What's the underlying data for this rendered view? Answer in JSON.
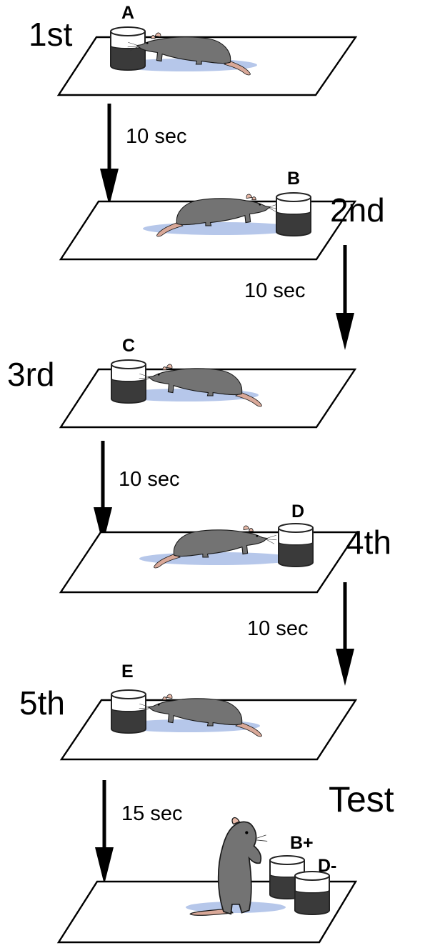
{
  "trials": [
    {
      "order_label": "1st",
      "cup_label": "A",
      "interval_after": "10 sec"
    },
    {
      "order_label": "2nd",
      "cup_label": "B",
      "interval_after": "10 sec"
    },
    {
      "order_label": "3rd",
      "cup_label": "C",
      "interval_after": "10 sec"
    },
    {
      "order_label": "4th",
      "cup_label": "D",
      "interval_after": "10 sec"
    },
    {
      "order_label": "5th",
      "cup_label": "E",
      "interval_after": "15 sec"
    }
  ],
  "test": {
    "label": "Test",
    "cup_labels": [
      "B+",
      "D-"
    ]
  },
  "colors": {
    "rat_fur": "#737373",
    "rat_ear": "#e8b9a8",
    "shadow": "#a9bde6",
    "liquid": "#3a3a3a"
  }
}
